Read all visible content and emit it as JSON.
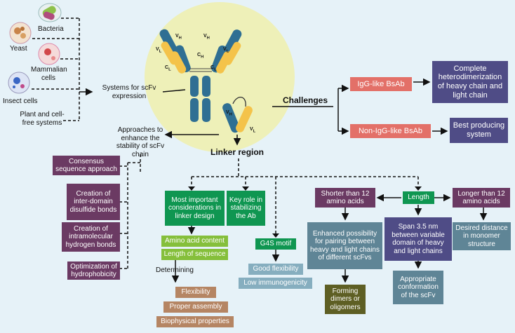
{
  "organisms": {
    "bacteria": "Bacteria",
    "yeast": "Yeast",
    "mammalian": "Mammalian cells",
    "insect": "Insect cells",
    "plant": "Plant and cell-free systems"
  },
  "systems_label": "Systems for scFv expression",
  "approaches_label": "Approaches to enhance the stability of scFv chain",
  "approaches": [
    "Consensus sequence approach",
    "Creation of inter-domain disulfide bonds",
    "Creation of intramolecular hydrogen bonds",
    "Optimization of hydrophobicity"
  ],
  "antibody_labels": {
    "vh": "V",
    "vh_sub": "H",
    "vl": "V",
    "vl_sub": "L",
    "cl": "C",
    "cl_sub": "L",
    "ch": "C",
    "ch_sub": "H"
  },
  "linker_region": "Linker region",
  "challenges": {
    "title": "Challenges",
    "igg": "IgG-like BsAb",
    "non_igg": "Non-IgG-like BsAb",
    "igg_result": "Complete heterodimerization of heavy chain and light chain",
    "non_igg_result": "Best producing system"
  },
  "considerations": {
    "title": "Most important considerations in linker design",
    "items": [
      "Amino acid content",
      "Length of sequence"
    ],
    "determining": "Determining",
    "outcomes": [
      "Flexibility",
      "Proper assembly",
      "Biophysical properties"
    ]
  },
  "key_role": "Key role in stabilizing the Ab",
  "g4s": {
    "title": "G4S motif",
    "items": [
      "Good flexibility",
      "Low immunogenicity"
    ]
  },
  "length": {
    "title": "Length",
    "shorter": "Shorter than 12 amino acids",
    "shorter_effect": "Enhanced possibility for pairing between heavy and light chains of different scFvs",
    "shorter_result": "Forming dimers or oligomers",
    "span": "Span 3.5 nm between variable domain of heavy and light chains",
    "span_result": "Appropriate conformation of the scFv",
    "longer": "Longer than 12 amino acids",
    "longer_effect": "Desired distance in monomer structure"
  }
}
